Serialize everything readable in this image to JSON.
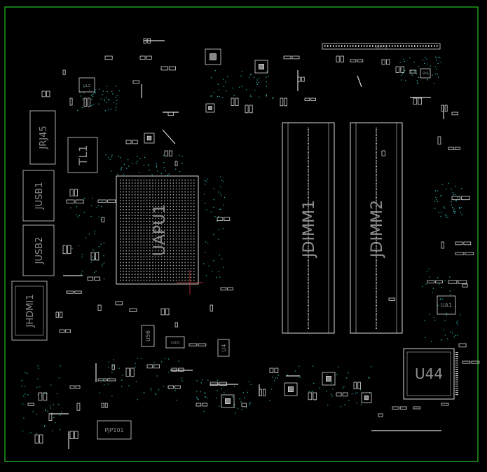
{
  "board": {
    "outline_color": "#1e9a1e",
    "silkscreen_color": "#d8d8d8",
    "label_color": "#8c8c8c",
    "via_color": "#2aa6a6"
  },
  "labels": {
    "jhpp1": "JHPP1",
    "ul2": "UL2",
    "jrj45": "JRJ45",
    "tl1": "TL1",
    "jusb1": "JUSB1",
    "jusb2": "JUSB2",
    "jhdmi1": "JHDMI1",
    "uapu1": "UAPU1",
    "jdimm1": "JDIMM1",
    "jdimm2": "JDIMM2",
    "ua1": "UA1",
    "u44": "U44",
    "u56": "U56",
    "u4": "U4",
    "u2805": "U2805",
    "pjp101": "PJP101",
    "sw1": "SW1"
  }
}
